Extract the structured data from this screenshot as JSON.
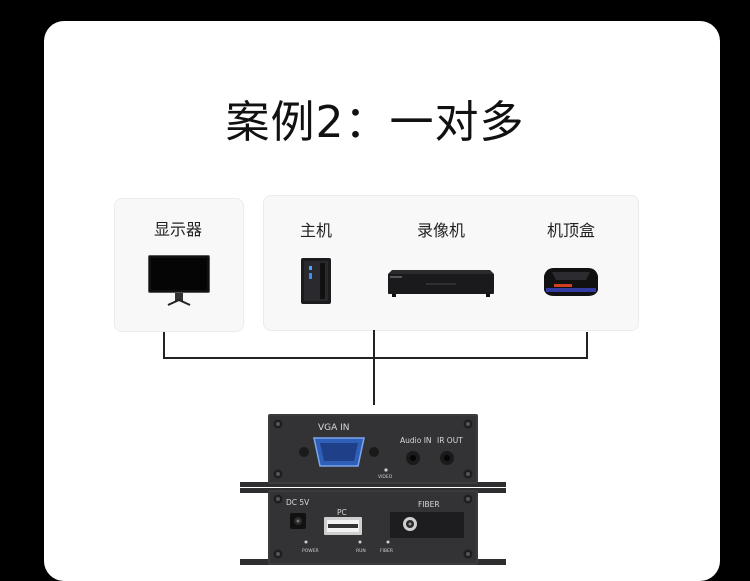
{
  "title": "案例2：一对多",
  "display": {
    "label": "显示器"
  },
  "sources": [
    {
      "label": "主机",
      "icon": "pc-tower-icon"
    },
    {
      "label": "录像机",
      "icon": "dvr-recorder-icon"
    },
    {
      "label": "机顶盒",
      "icon": "set-top-box-icon"
    }
  ],
  "receiver": {
    "vga_label": "VGA  IN",
    "audio_in_label": "Audio IN",
    "ir_out_label": "IR OUT",
    "video_label": "VIDEO"
  },
  "transmitter": {
    "dc_label": "DC 5V",
    "pc_label": "PC",
    "fiber_label": "FIBER",
    "power_label": "POWER",
    "run_label": "RUN",
    "fiber_led_label": "FIBER"
  },
  "colors": {
    "panel": "#ffffff",
    "card": "#f8f8f8",
    "device": "#3a3a3c",
    "vga_port": "#2f5fb8",
    "line": "#222222"
  }
}
